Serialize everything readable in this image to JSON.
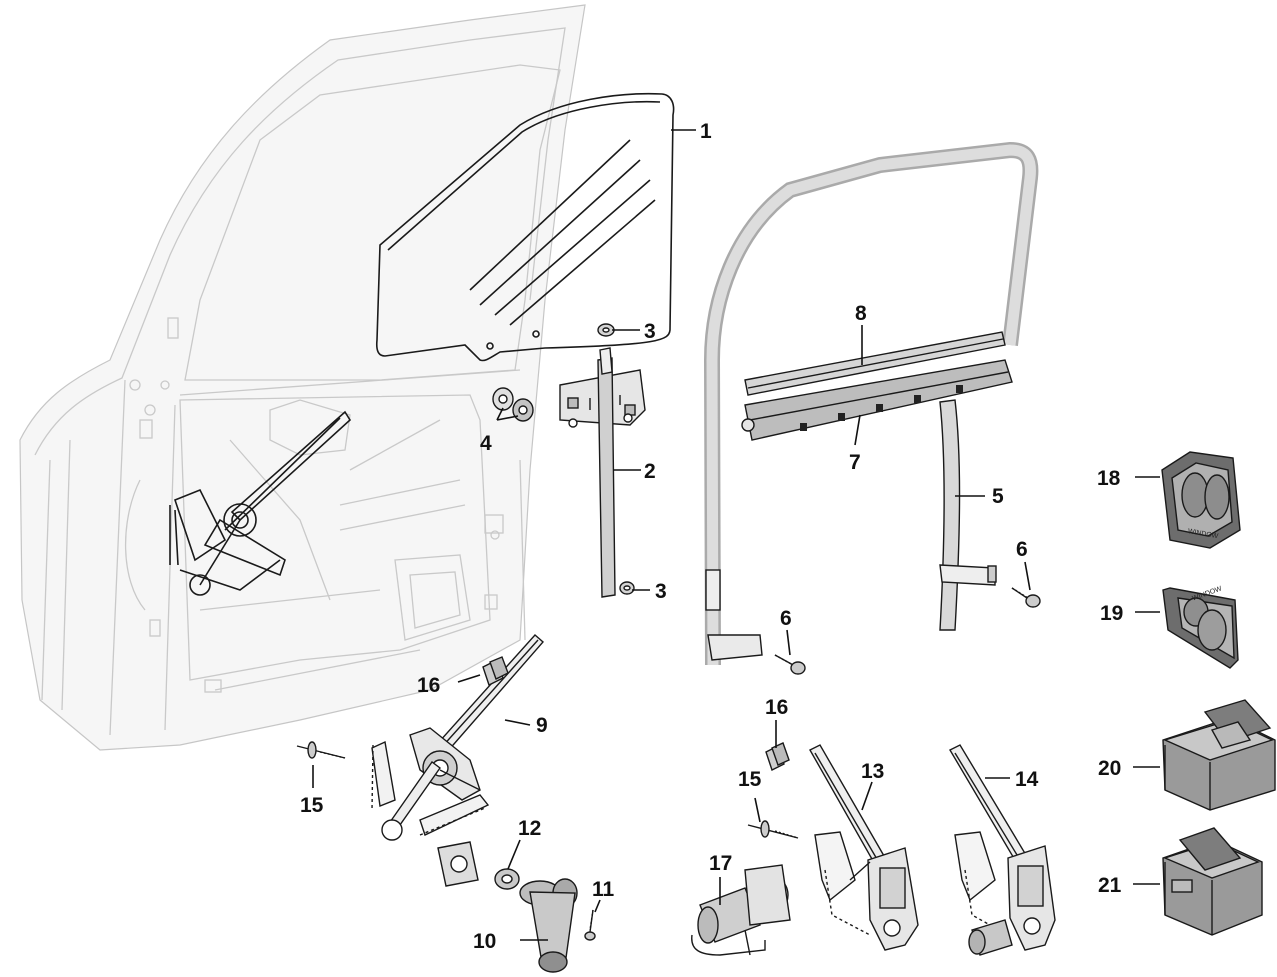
{
  "callouts": {
    "c1": "1",
    "c2": "2",
    "c3a": "3",
    "c3b": "3",
    "c4": "4",
    "c5": "5",
    "c6a": "6",
    "c6b": "6",
    "c7": "7",
    "c8": "8",
    "c9": "9",
    "c10": "10",
    "c11": "11",
    "c12": "12",
    "c13": "13",
    "c14": "14",
    "c15a": "15",
    "c15b": "15",
    "c16a": "16",
    "c16b": "16",
    "c17": "17",
    "c18": "18",
    "c19": "19",
    "c20": "20",
    "c21": "21"
  },
  "switch_text": {
    "s18": "WINDOW",
    "s19": "WINDOW"
  }
}
